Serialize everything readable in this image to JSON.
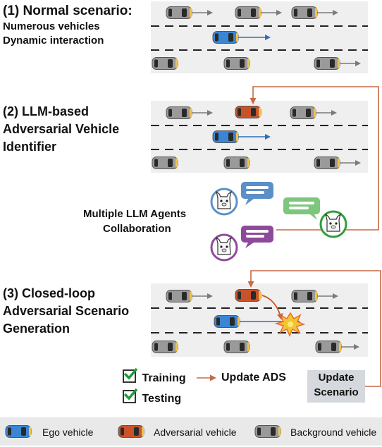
{
  "panels": {
    "p1": {
      "title": "(1) Normal scenario:",
      "subtitle_line1": "Numerous vehicles",
      "subtitle_line2": "Dynamic interaction"
    },
    "p2": {
      "title_line1": "(2) LLM-based",
      "title_line2": "Adversarial Vehicle",
      "title_line3": "Identifier",
      "agents_label_line1": "Multiple LLM Agents",
      "agents_label_line2": "Collaboration"
    },
    "p3": {
      "title_line1": "(3) Closed-loop",
      "title_line2": "Adversarial Scenario",
      "title_line3": "Generation"
    }
  },
  "loop": {
    "training": "Training",
    "testing": "Testing",
    "update_ads": "Update ADS",
    "update_scenario_line1": "Update",
    "update_scenario_line2": "Scenario"
  },
  "legend": {
    "ego": "Ego vehicle",
    "adversarial": "Adversarial vehicle",
    "background": "Background vehicle"
  },
  "colors": {
    "ego": "#3a86d4",
    "adversarial": "#c8532a",
    "background": "#9a9a9a",
    "agent_blue": "#5b8fc9",
    "agent_green": "#2e9e3a",
    "agent_purple": "#8e4a9a",
    "loop_arrow": "#c56a45",
    "check_green": "#1f9a3c"
  },
  "icons": [
    "car-icon",
    "llama-agent-icon",
    "speech-bubble-icon",
    "collision-burst-icon",
    "checkbox-icon"
  ]
}
